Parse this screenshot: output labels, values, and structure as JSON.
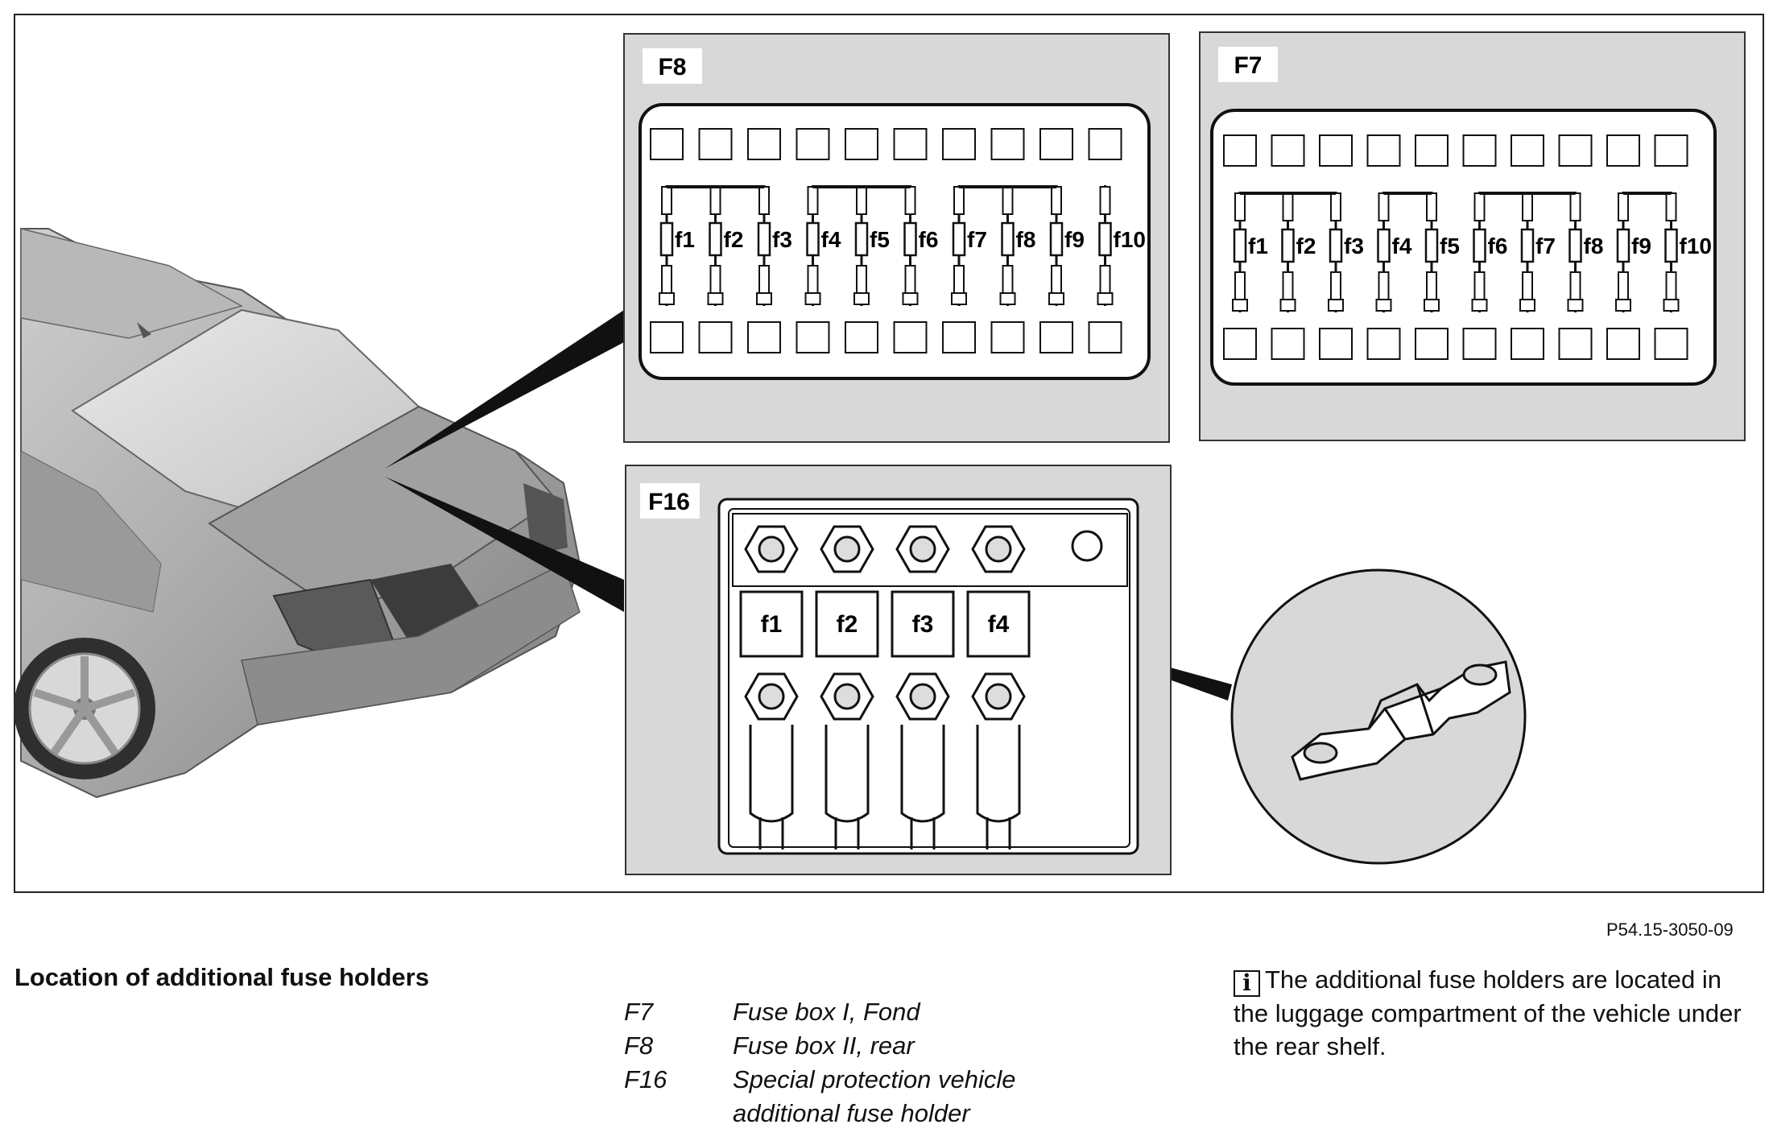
{
  "diagram": {
    "panels": {
      "f8": {
        "label": "F8",
        "fuses": [
          "f1",
          "f2",
          "f3",
          "f4",
          "f5",
          "f6",
          "f7",
          "f8",
          "f9",
          "f10"
        ]
      },
      "f7": {
        "label": "F7",
        "fuses": [
          "f1",
          "f2",
          "f3",
          "f4",
          "f5",
          "f6",
          "f7",
          "f8",
          "f9",
          "f10"
        ]
      },
      "f16": {
        "label": "F16",
        "fuses": [
          "f1",
          "f2",
          "f3",
          "f4"
        ]
      }
    },
    "reference": "P54.15-3050-09"
  },
  "caption": {
    "title": "Location of additional fuse holders",
    "legend": [
      {
        "code": "F7",
        "description": "Fuse box I, Fond"
      },
      {
        "code": "F8",
        "description": "Fuse box II, rear"
      },
      {
        "code": "F16",
        "description": "Special protection vehicle additional fuse holder"
      }
    ],
    "note_icon": "info-icon",
    "note": "The additional fuse holders are located in the luggage compartment of the vehicle under the rear shelf."
  }
}
